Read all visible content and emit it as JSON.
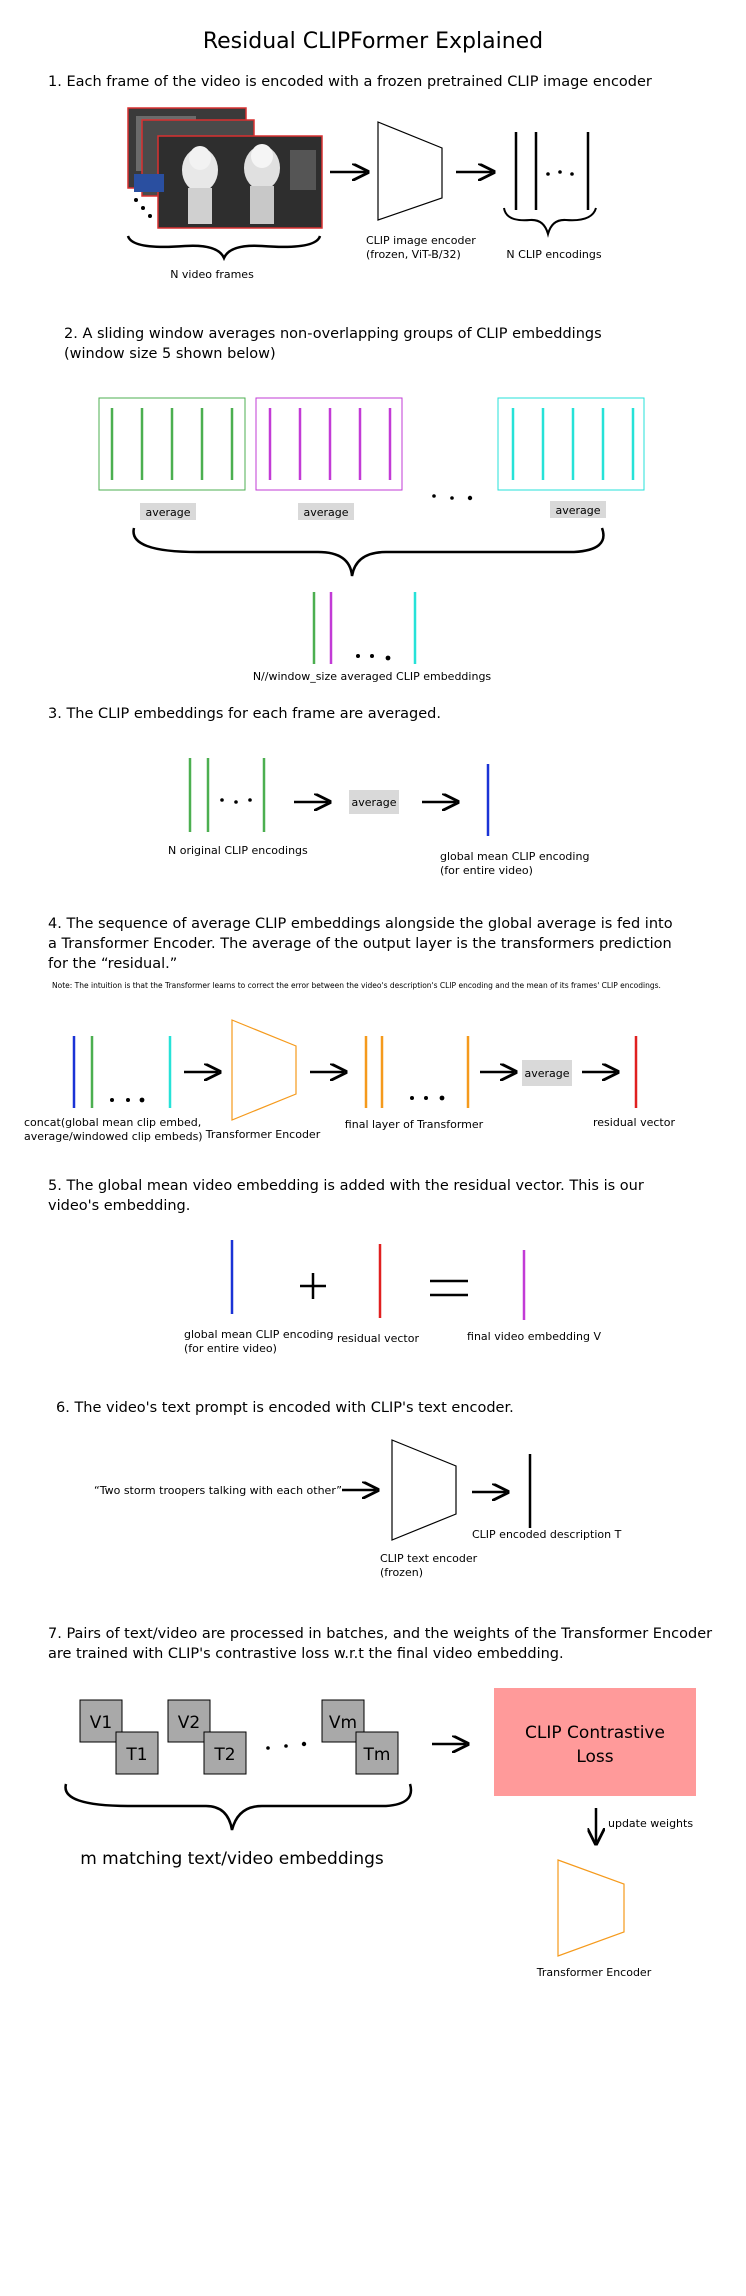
{
  "title": "Residual CLIPFormer Explained",
  "step1": {
    "heading": "1. Each frame of the video is encoded with a frozen pretrained CLIP image encoder",
    "frames_label": "N video frames",
    "encoder_label_1": "CLIP image encoder",
    "encoder_label_2": "(frozen, ViT-B/32)",
    "encodings_label": "N CLIP encodings"
  },
  "step2": {
    "heading_1": "2. A sliding window averages non-overlapping groups of CLIP embeddings",
    "heading_2": "(window size 5 shown below)",
    "average_label": "average",
    "output_label": "N//window_size averaged CLIP embeddings"
  },
  "step3": {
    "heading": "3. The CLIP embeddings for each frame are averaged.",
    "input_label": "N original CLIP encodings",
    "average_label": "average",
    "output_label_1": "global mean CLIP encoding",
    "output_label_2": "(for entire video)"
  },
  "step4": {
    "heading_1": "4. The sequence of average CLIP embeddings alongside the global average is fed into",
    "heading_2": "a Transformer Encoder. The average of the output layer is the transformers prediction",
    "heading_3": "for the “residual.”",
    "note": "Note: The intuition is that the Transformer learns to correct the error between the video's description's CLIP encoding and the mean of its frames' CLIP encodings.",
    "input_label_1": "concat(global mean clip embed,",
    "input_label_2": "average/windowed clip embeds)",
    "transformer_label": "Transformer Encoder",
    "final_layer_label": "final layer of Transformer",
    "average_label": "average",
    "residual_label": "residual vector"
  },
  "step5": {
    "heading_1": "5. The global mean video embedding is added with the residual vector. This is our",
    "heading_2": "video's embedding.",
    "global_label_1": "global mean CLIP encoding",
    "global_label_2": "(for entire video)",
    "residual_label": "residual vector",
    "final_label": "final video embedding V"
  },
  "step6": {
    "heading": "6. The video's text prompt is encoded with CLIP's text encoder.",
    "prompt": "“Two storm troopers talking with each other”",
    "encoder_label_1": "CLIP text encoder",
    "encoder_label_2": "(frozen)",
    "output_label": "CLIP encoded description T"
  },
  "step7": {
    "heading_1": "7. Pairs of text/video are processed in batches, and the weights of the Transformer Encoder",
    "heading_2": "are trained with CLIP's contrastive loss w.r.t the final video embedding.",
    "pairs": [
      {
        "v": "V1",
        "t": "T1"
      },
      {
        "v": "V2",
        "t": "T2"
      },
      {
        "v": "Vm",
        "t": "Tm"
      }
    ],
    "pairs_label": "m matching text/video embeddings",
    "loss_label_1": "CLIP Contrastive",
    "loss_label_2": "Loss",
    "update_label": "update weights",
    "transformer_label": "Transformer Encoder"
  },
  "colors": {
    "green": "#4caf50",
    "magenta": "#c23bd6",
    "cyan": "#26e2d8",
    "blue": "#1a33d6",
    "orange": "#f59a1c",
    "red": "#e02020",
    "loss_fill": "#ff9a9a",
    "average_box": "#d9d9d9",
    "pair_box": "#a9a9a9",
    "frame_border": "#d93030"
  }
}
